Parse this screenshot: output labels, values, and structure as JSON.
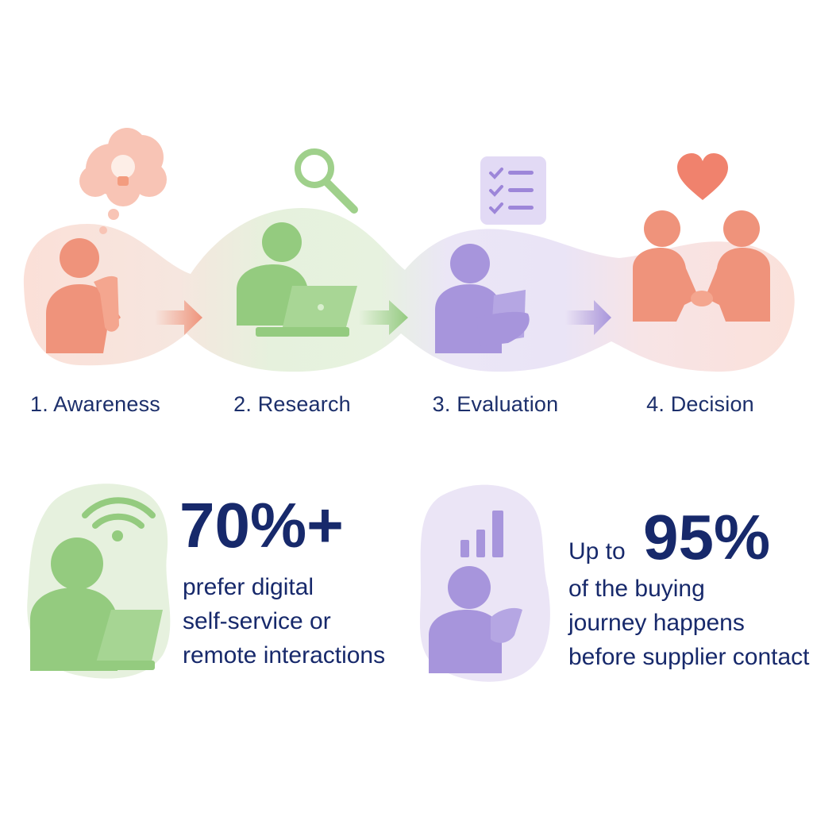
{
  "stages": [
    {
      "label": "1. Awareness",
      "icon": "lightbulb-thought-icon",
      "color": "#ef937b"
    },
    {
      "label": "2. Research",
      "icon": "magnifier-icon",
      "color": "#94cb7f"
    },
    {
      "label": "3. Evaluation",
      "icon": "checklist-icon",
      "color": "#a795dc"
    },
    {
      "label": "4. Decision",
      "icon": "heart-icon",
      "color": "#ef937b"
    }
  ],
  "stats": [
    {
      "value": "70%+",
      "lines": [
        "prefer digital",
        "self-service or",
        "remote interactions"
      ],
      "icon": "wifi-laptop-person-icon",
      "color": "#94cb7f"
    },
    {
      "prefix": "Up to",
      "value": "95%",
      "lines": [
        "of the buying",
        "journey happens",
        "before supplier contact"
      ],
      "icon": "bar-chart-person-icon",
      "color": "#a795dc"
    }
  ],
  "colors": {
    "text": "#17296b",
    "coral": "#ef937b",
    "green": "#94cb7f",
    "purple": "#a795dc"
  }
}
